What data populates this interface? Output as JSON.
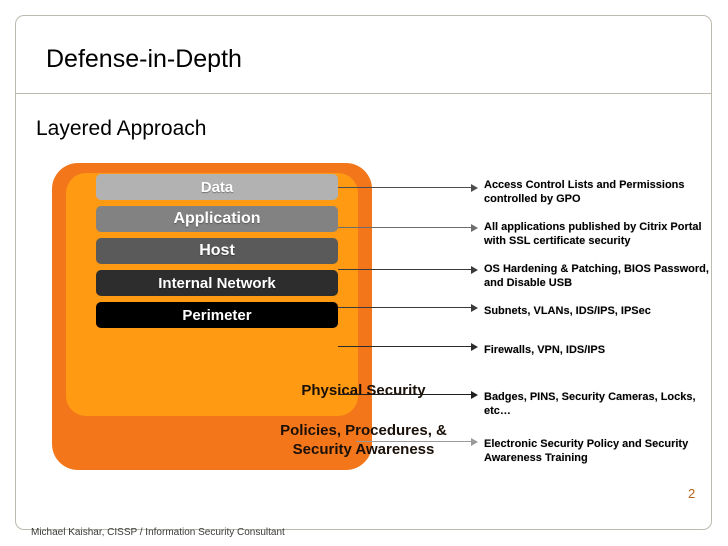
{
  "slide": {
    "title": "Defense-in-Depth",
    "subtitle": "Layered Approach",
    "footer": "Michael Kaishar, CISSP / Information Security Consultant",
    "page_number": "2"
  },
  "colors": {
    "outer_box": "#F4761B",
    "inner_box": "#FF9A12",
    "slide_border": "#bdbab0",
    "page_number": "#b5651d"
  },
  "diagram": {
    "layers": [
      {
        "label": "Data",
        "color": "#b2b2b2",
        "font_size": "15px"
      },
      {
        "label": "Application",
        "color": "#828282",
        "font_size": "16px"
      },
      {
        "label": "Host",
        "color": "#5a5a5a",
        "font_size": "16px"
      },
      {
        "label": "Internal Network",
        "color": "#2d2d2d",
        "font_size": "15px"
      },
      {
        "label": "Perimeter",
        "color": "#000000",
        "font_size": "15px"
      }
    ],
    "orange_layers": [
      {
        "label": "Physical Security"
      },
      {
        "label": "Policies, Procedures, &\nSecurity Awareness"
      }
    ]
  },
  "annotations": [
    {
      "text": "Access Control Lists and Permissions controlled by GPO"
    },
    {
      "text": "All applications published by Citrix Portal with SSL certificate security"
    },
    {
      "text": "OS Hardening & Patching, BIOS Password, and Disable USB"
    },
    {
      "text": "Subnets, VLANs, IDS/IPS, IPSec"
    },
    {
      "text": "Firewalls, VPN, IDS/IPS"
    },
    {
      "text": "Badges, PINS, Security Cameras, Locks, etc…"
    },
    {
      "text": "Electronic Security Policy and Security Awareness Training"
    }
  ]
}
